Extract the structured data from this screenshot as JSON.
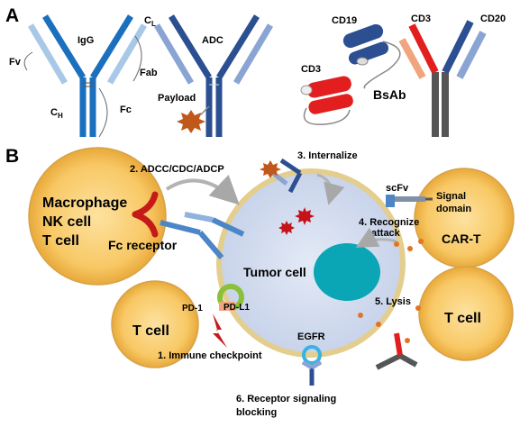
{
  "panel_a": {
    "letter": "A",
    "igg": {
      "title": "IgG",
      "fv": "Fv",
      "cl": "C",
      "cl_sub": "L",
      "fab": "Fab",
      "fc": "Fc",
      "ch": "C",
      "ch_sub": "H"
    },
    "adc": {
      "title": "ADC",
      "payload": "Payload"
    },
    "bsab": {
      "title": "BsAb",
      "cd19": "CD19",
      "cd3_left": "CD3",
      "cd3_right": "CD3",
      "cd20": "CD20"
    }
  },
  "panel_b": {
    "letter": "B",
    "macrophage": {
      "line1": "Macrophage",
      "line2": "NK cell",
      "line3": "T cell",
      "fc_receptor": "Fc receptor"
    },
    "tumor": {
      "label": "Tumor cell"
    },
    "steps": {
      "step1": "1. Immune checkpoint",
      "step2": "2. ADCC/CDC/ADCP",
      "step3": "3. Internalize",
      "step4_line1": "4. Recognize",
      "step4_line2": "attack",
      "step5": "5. Lysis",
      "step6_line1": "6. Receptor signaling",
      "step6_line2": "blocking"
    },
    "tcell_left": {
      "label": "T cell",
      "pd1": "PD-1",
      "pdl1": "PD-L1"
    },
    "cart": {
      "scfv": "scFv",
      "signal1": "Signal",
      "signal2": "domain",
      "label": "CAR-T"
    },
    "tcell_right": {
      "label": "T cell"
    },
    "egfr": "EGFR"
  }
}
